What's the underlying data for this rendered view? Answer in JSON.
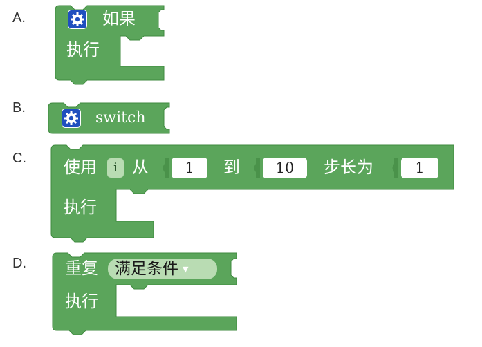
{
  "options": {
    "a": {
      "label": "A.",
      "title": "如果",
      "body": "执行",
      "icon": "gear-icon"
    },
    "b": {
      "label": "B.",
      "title": "switch",
      "icon": "gear-icon"
    },
    "c": {
      "label": "C.",
      "use": "使用",
      "var": "i",
      "from": "从",
      "start": "1",
      "to": "到",
      "end": "10",
      "step_label": "步长为",
      "step": "1",
      "body": "执行"
    },
    "d": {
      "label": "D.",
      "repeat": "重复",
      "mode": "满足条件",
      "body": "执行"
    }
  },
  "colors": {
    "block_fill": "#5ba55b",
    "block_stroke": "#3f8a3f",
    "gear_blue": "#1f4fbf",
    "field_white": "#ffffff",
    "chip_light_green": "#b9dcb3",
    "label_text": "#333333"
  }
}
